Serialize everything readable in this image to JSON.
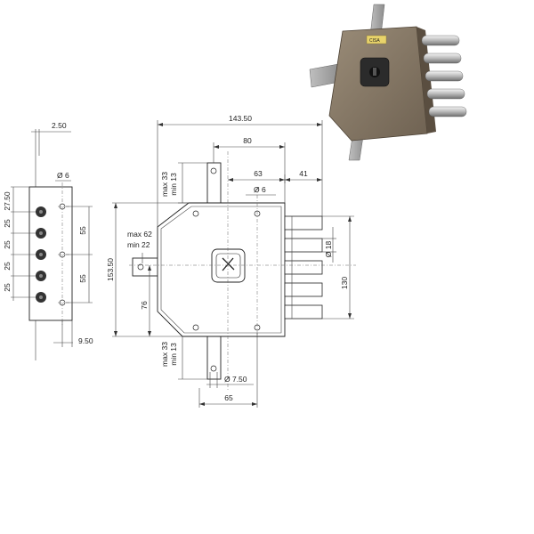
{
  "dimensions": {
    "side_width": "2.50",
    "pin_dia_left": "Ø 6",
    "pitch_top": "27.50",
    "pitch_1": "25",
    "pitch_2": "25",
    "pitch_3": "25",
    "pitch_4": "25",
    "right_55_top": "55",
    "right_55_bottom": "55",
    "bottom_offset": "9.50",
    "overall_width": "143.50",
    "width_80": "80",
    "width_63": "63",
    "width_41": "41",
    "pin_dia_right": "Ø 6",
    "bolt_dia": "Ø 18",
    "height_130": "130",
    "overall_height": "153.50",
    "max_33_top": "max 33",
    "min_13_top": "min 13",
    "max_62": "max 62",
    "min_22": "min 22",
    "height_76": "76",
    "max_33_bottom": "max 33",
    "min_13_bottom": "min 13",
    "tab_dia": "Ø 7.50",
    "bottom_65": "65"
  },
  "photo": {
    "brand_label": "CISA"
  }
}
